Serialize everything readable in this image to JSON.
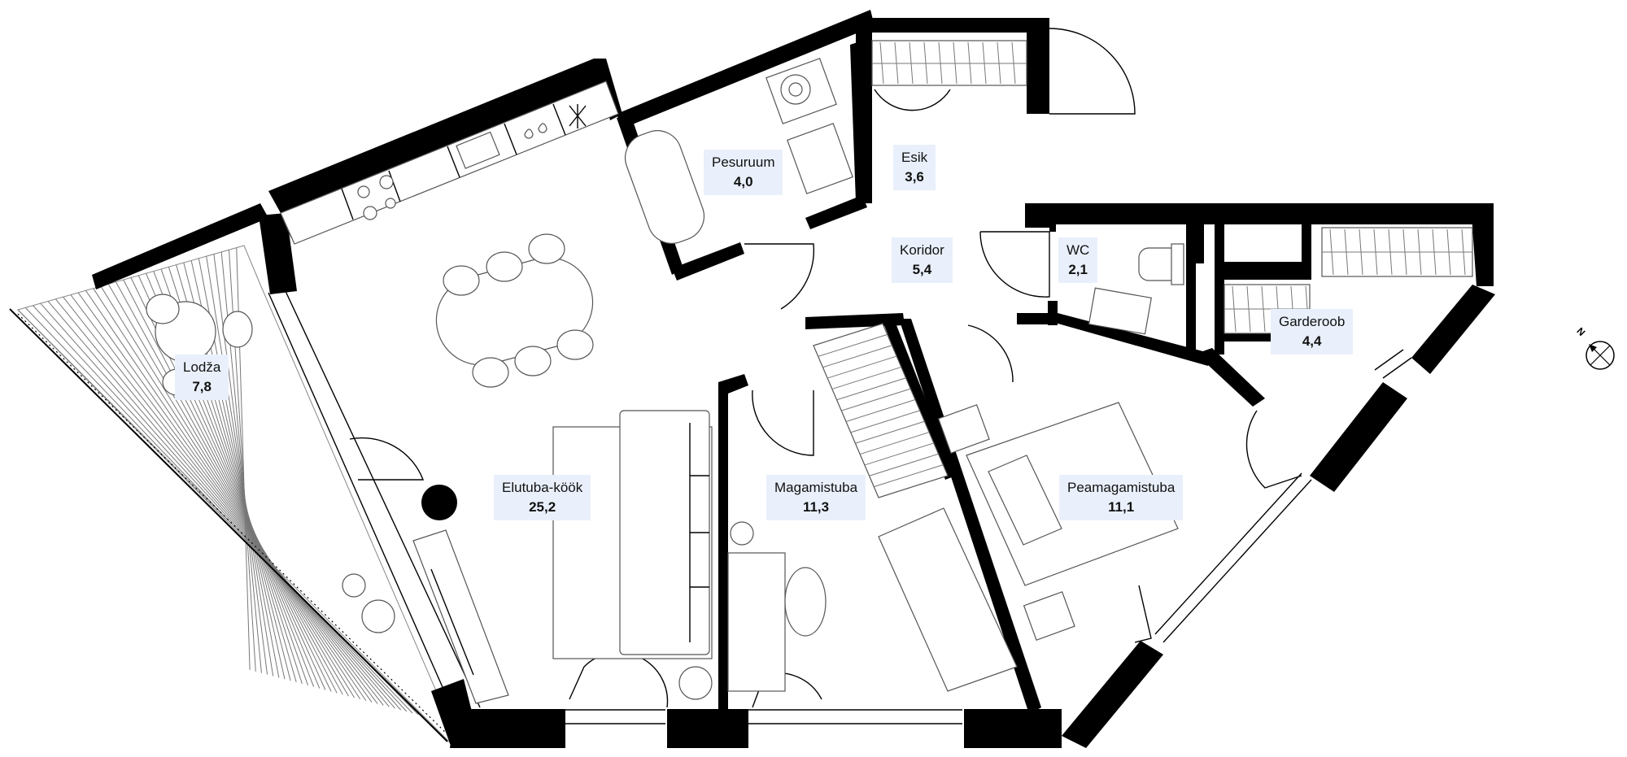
{
  "rooms": [
    {
      "id": "pesuruum",
      "name": "Pesuruum",
      "area": "4,0"
    },
    {
      "id": "esik",
      "name": "Esik",
      "area": "3,6"
    },
    {
      "id": "koridor",
      "name": "Koridor",
      "area": "5,4"
    },
    {
      "id": "wc",
      "name": "WC",
      "area": "2,1"
    },
    {
      "id": "garderoob",
      "name": "Garderoob",
      "area": "4,4"
    },
    {
      "id": "lodza",
      "name": "Lodža",
      "area": "7,8"
    },
    {
      "id": "elutuba",
      "name": "Elutuba-köök",
      "area": "25,2"
    },
    {
      "id": "magamistuba",
      "name": "Magamistuba",
      "area": "11,3"
    },
    {
      "id": "peamagamistuba",
      "name": "Peamagamistuba",
      "area": "11,1"
    }
  ],
  "compass": {
    "label": "N"
  },
  "colors": {
    "label_background": "#e9f0fb",
    "wall": "#000000"
  }
}
